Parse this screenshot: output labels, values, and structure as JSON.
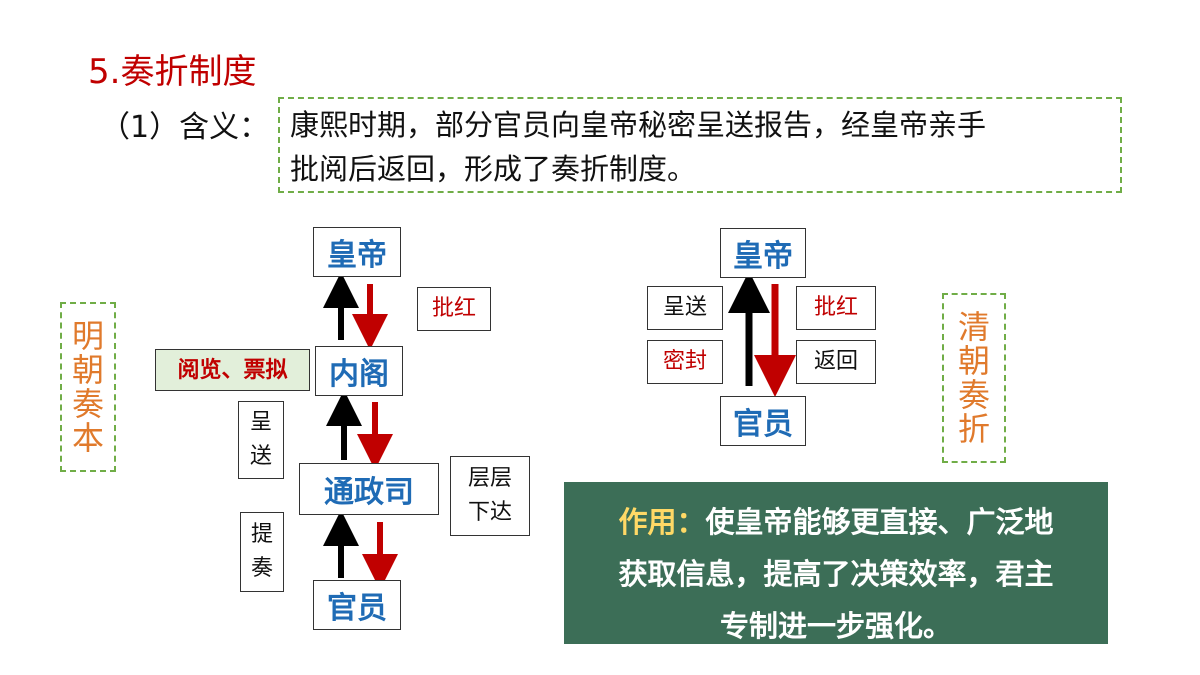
{
  "title": "5.奏折制度",
  "definition": {
    "label": "（1）含义：",
    "line1": "康熙时期，部分官员向皇帝秘密呈送报告，经皇帝亲手",
    "line2": "批阅后返回，形成了奏折制度。"
  },
  "ming": {
    "side_label": [
      "明",
      "朝",
      "奏",
      "本"
    ],
    "nodes": {
      "emperor": "皇帝",
      "cabinet": "内阁",
      "office": "通政司",
      "officials": "官员"
    },
    "labels": {
      "pihong": "批红",
      "review": "阅览、票拟",
      "chengsong": [
        "呈",
        "送"
      ],
      "tizou": [
        "提",
        "奏"
      ],
      "cengceng": [
        "层层",
        "下达"
      ]
    }
  },
  "qing": {
    "side_label": [
      "清",
      "朝",
      "奏",
      "折"
    ],
    "nodes": {
      "emperor": "皇帝",
      "officials": "官员"
    },
    "labels": {
      "chengsong": "呈送",
      "pihong": "批红",
      "mifeng": "密封",
      "fanhui": "返回"
    }
  },
  "effect": {
    "keyword": "作用：",
    "text_line1": "使皇帝能够更直接、广泛地",
    "text_line2": "获取信息，提高了决策效率，君主",
    "text_line3": "专制进一步强化。"
  },
  "colors": {
    "title": "#c00000",
    "node_text": "#1f6bb5",
    "dashed_border": "#70ad47",
    "side_text": "#e07a2c",
    "effect_bg": "#3c6e57",
    "arrow_up": "#000000",
    "arrow_down": "#c00000"
  }
}
